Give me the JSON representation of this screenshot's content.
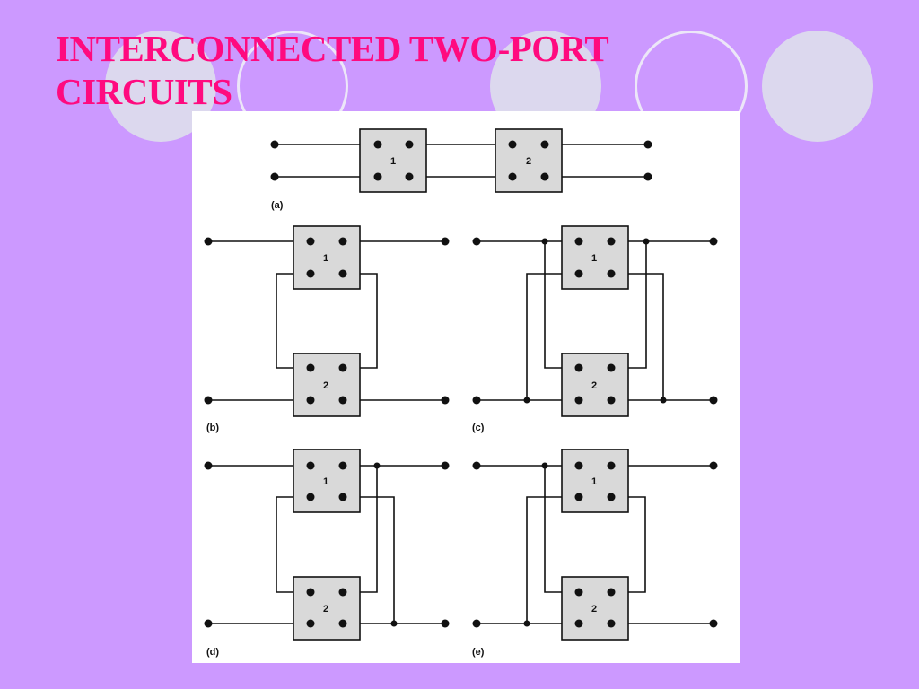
{
  "slide": {
    "title_line1": "INTERCONNECTED TWO-PORT",
    "title_line2": "CIRCUITS",
    "background_color": "#cc99ff",
    "title_color": "#ff0a7f"
  },
  "figure": {
    "panels": [
      {
        "label": "(a)",
        "connection": "cascade",
        "box1": "1",
        "box2": "2"
      },
      {
        "label": "(b)",
        "connection": "series",
        "box1": "1",
        "box2": "2"
      },
      {
        "label": "(c)",
        "connection": "parallel",
        "box1": "1",
        "box2": "2"
      },
      {
        "label": "(d)",
        "connection": "series-parallel",
        "box1": "1",
        "box2": "2"
      },
      {
        "label": "(e)",
        "connection": "parallel-series",
        "box1": "1",
        "box2": "2"
      }
    ]
  }
}
